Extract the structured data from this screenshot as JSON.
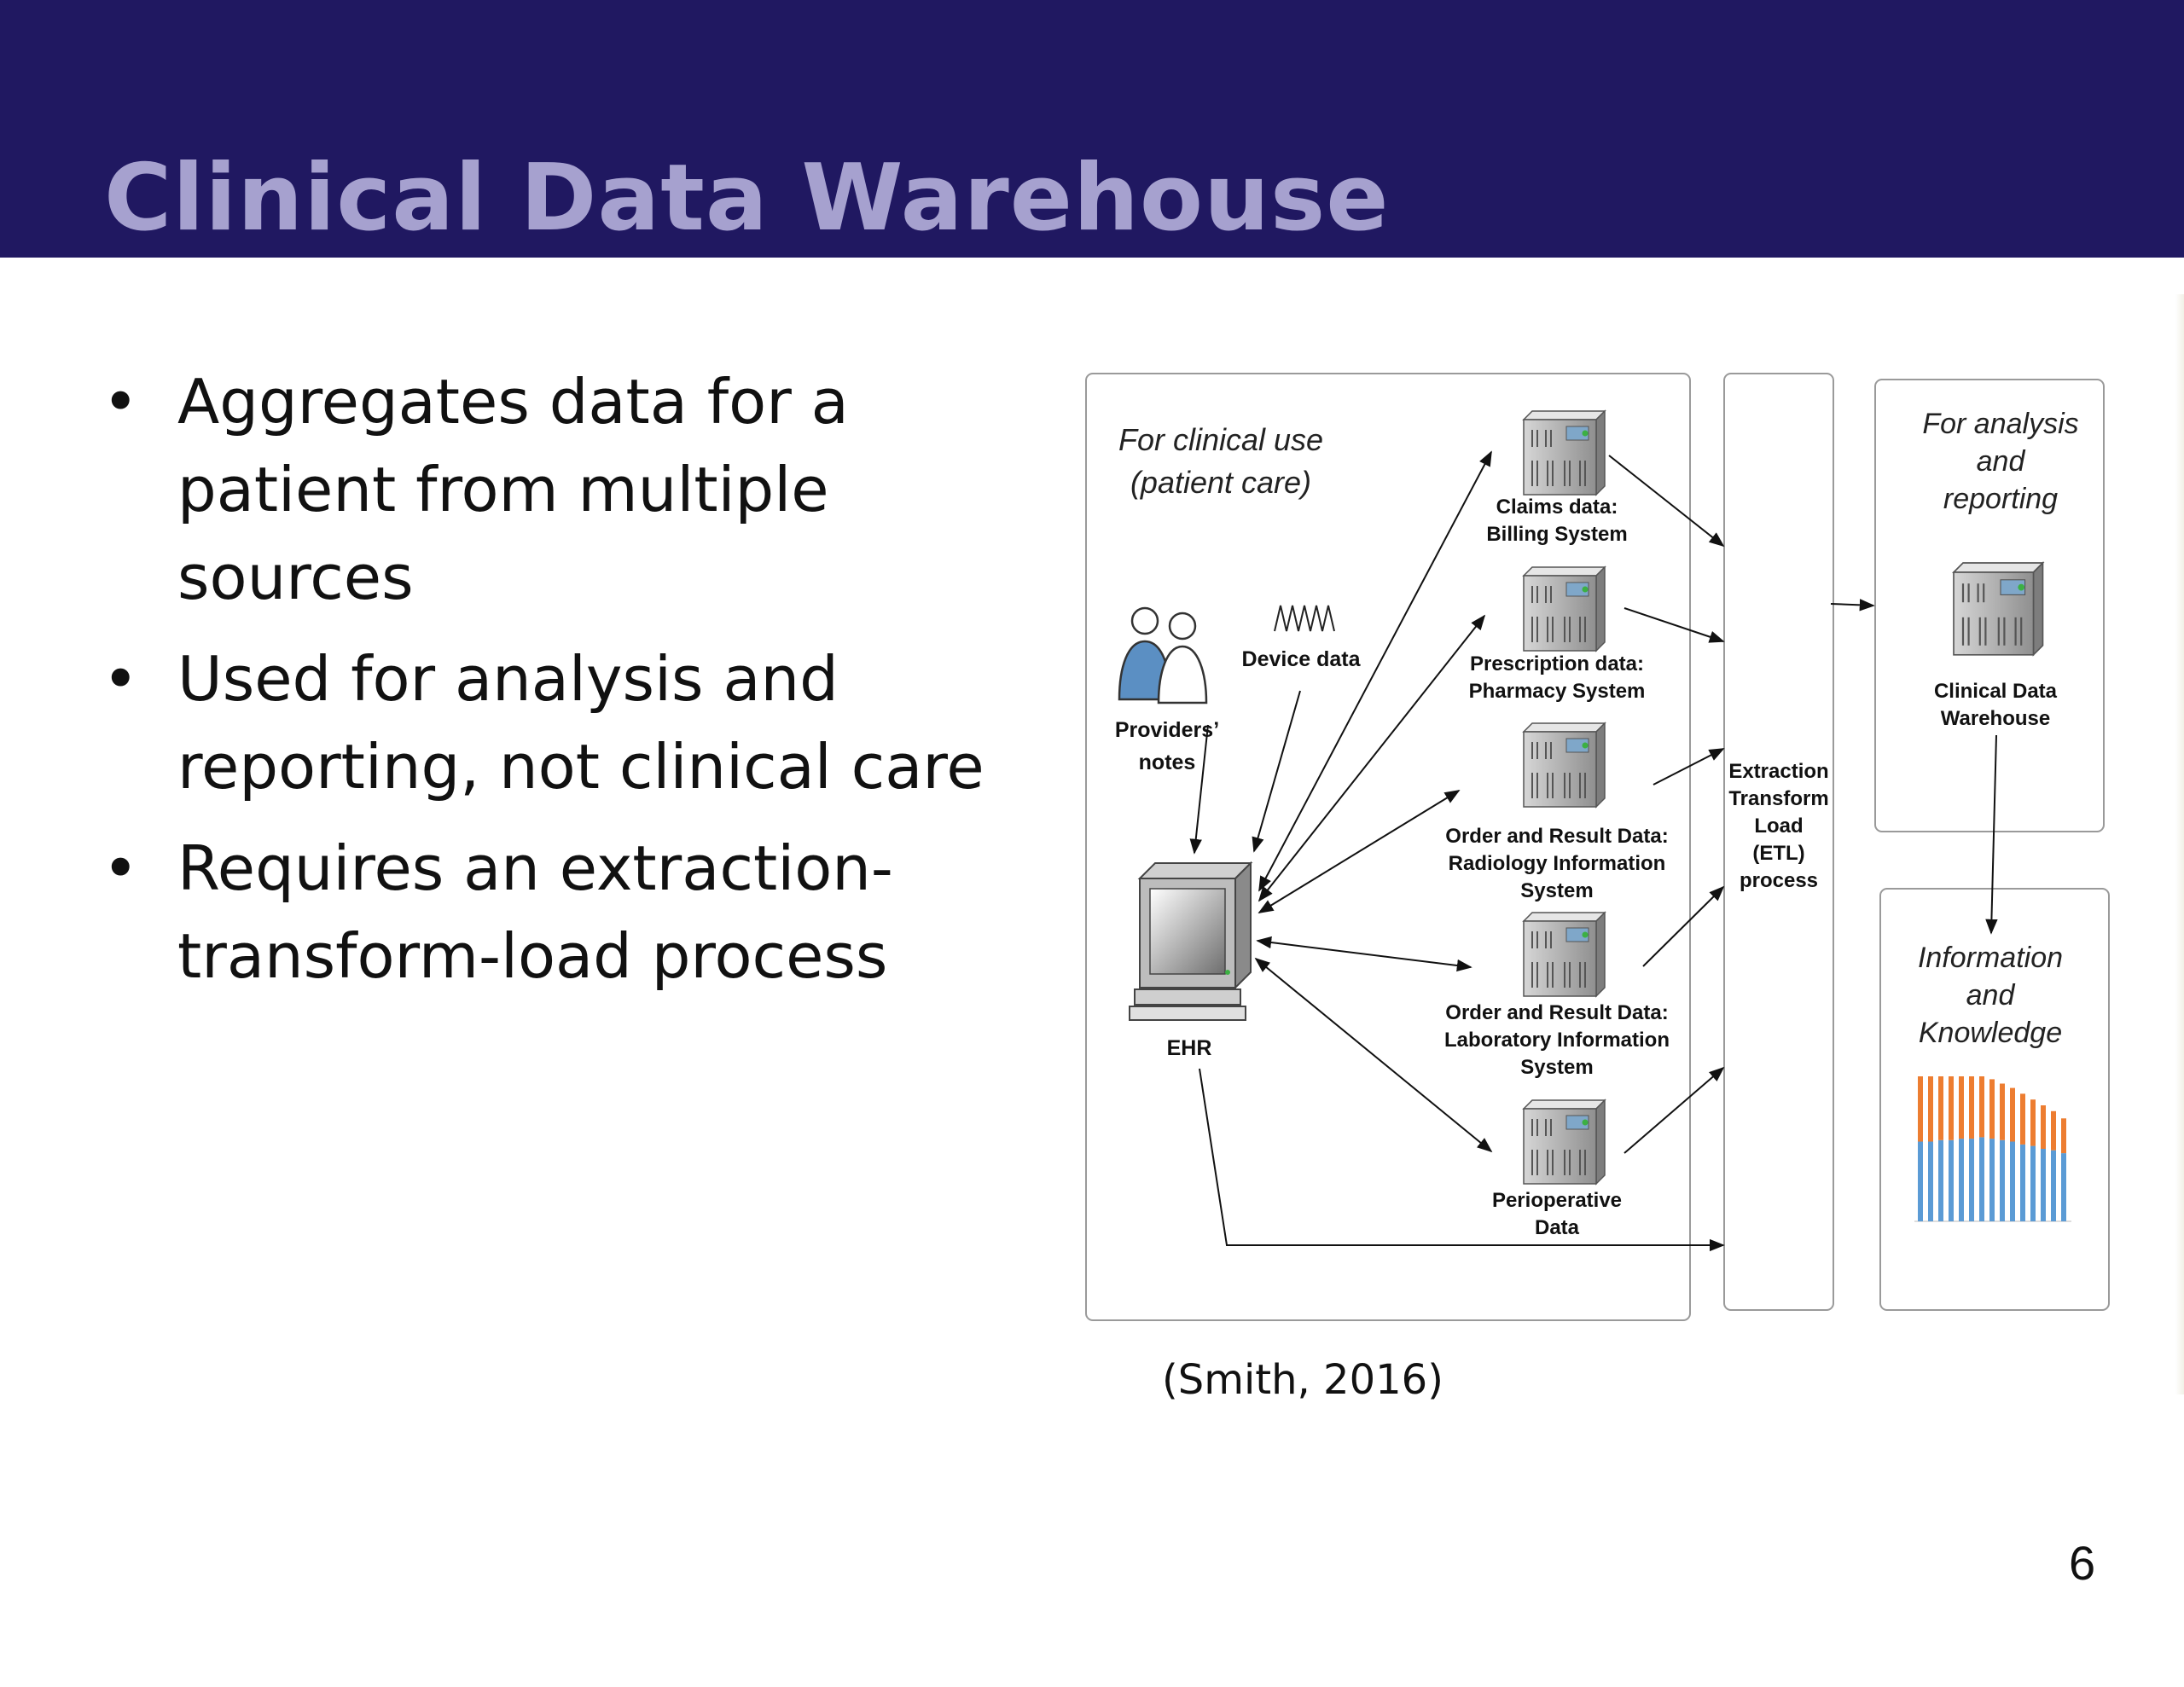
{
  "slide": {
    "title": "Clinical Data Warehouse",
    "page_number": "6",
    "citation": "(Smith, 2016)",
    "bullet_glyph": "•",
    "colors": {
      "header": "#201861",
      "title": "#a6a1cf",
      "text": "#111111"
    }
  },
  "bullets": [
    "Aggregates data for a patient from multiple sources",
    "Used for analysis and reporting, not clinical care",
    "Requires an extraction-transform-load process"
  ],
  "diagram": {
    "clinical_use": [
      "For clinical use",
      "(patient care)"
    ],
    "providers_notes": [
      "Providers’",
      "notes"
    ],
    "device_data": "Device data",
    "ehr": "EHR",
    "claims": [
      "Claims data:",
      "Billing System"
    ],
    "prescription": [
      "Prescription data:",
      "Pharmacy System"
    ],
    "radiology": [
      "Order and Result Data:",
      "Radiology Information",
      "System"
    ],
    "laboratory": [
      "Order and Result Data:",
      "Laboratory Information",
      "System"
    ],
    "perioperative": [
      "Perioperative",
      "Data"
    ],
    "etl": [
      "Extraction",
      "Transform",
      "Load",
      "(ETL)",
      "process"
    ],
    "analysis": [
      "For analysis",
      "and",
      "reporting"
    ],
    "warehouse": [
      "Clinical Data",
      "Warehouse"
    ],
    "information": [
      "Information",
      "and",
      "Knowledge"
    ],
    "mini_chart": {
      "lower_color": "#5b9bd5",
      "upper_color": "#ed7d31",
      "lower": [
        0.55,
        0.55,
        0.56,
        0.56,
        0.57,
        0.57,
        0.58,
        0.57,
        0.56,
        0.55,
        0.53,
        0.52,
        0.5,
        0.49,
        0.47
      ],
      "total": [
        1.0,
        1.0,
        1.0,
        1.0,
        1.0,
        1.0,
        1.0,
        0.98,
        0.95,
        0.92,
        0.88,
        0.84,
        0.8,
        0.76,
        0.71
      ]
    }
  }
}
